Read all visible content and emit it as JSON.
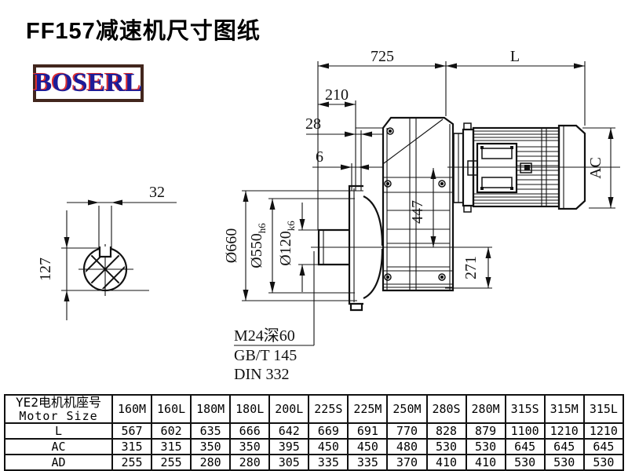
{
  "page": {
    "title": "FF157减速机尺寸图纸",
    "logo_text": "BOSERL"
  },
  "colors": {
    "line": "#111111",
    "logo_border": "#42261d",
    "logo_text": "#1c1c99",
    "logo_shadow": "#e03131"
  },
  "drawing": {
    "dims": {
      "overall_725": "725",
      "motor_L": "L",
      "d210": "210",
      "d28": "28",
      "d6": "6",
      "key_32": "32",
      "shaft_127": "127",
      "dia660": "Ø660",
      "dia550": "Ø550",
      "dia550_tol": "h6",
      "dia120": "Ø120",
      "dia120_tol": "k6",
      "h447": "447",
      "h271": "271",
      "ac": "AC"
    },
    "notes": {
      "tap_hole": "M24深60",
      "thread_std": "GB/T 145",
      "center_hole_std": "DIN 332"
    }
  },
  "table": {
    "header_cn": "YE2电机机座号",
    "header_en": "Motor Size",
    "columns": [
      "160M",
      "160L",
      "180M",
      "180L",
      "200L",
      "225S",
      "225M",
      "250M",
      "280S",
      "280M",
      "315S",
      "315M",
      "315L"
    ],
    "rows": [
      {
        "label": "L",
        "values": [
          "567",
          "602",
          "635",
          "666",
          "642",
          "669",
          "691",
          "770",
          "828",
          "879",
          "1100",
          "1210",
          "1210"
        ]
      },
      {
        "label": "AC",
        "values": [
          "315",
          "315",
          "350",
          "350",
          "395",
          "450",
          "450",
          "480",
          "530",
          "530",
          "645",
          "645",
          "645"
        ]
      },
      {
        "label": "AD",
        "values": [
          "255",
          "255",
          "280",
          "280",
          "305",
          "335",
          "335",
          "370",
          "410",
          "410",
          "530",
          "530",
          "530"
        ]
      }
    ]
  }
}
